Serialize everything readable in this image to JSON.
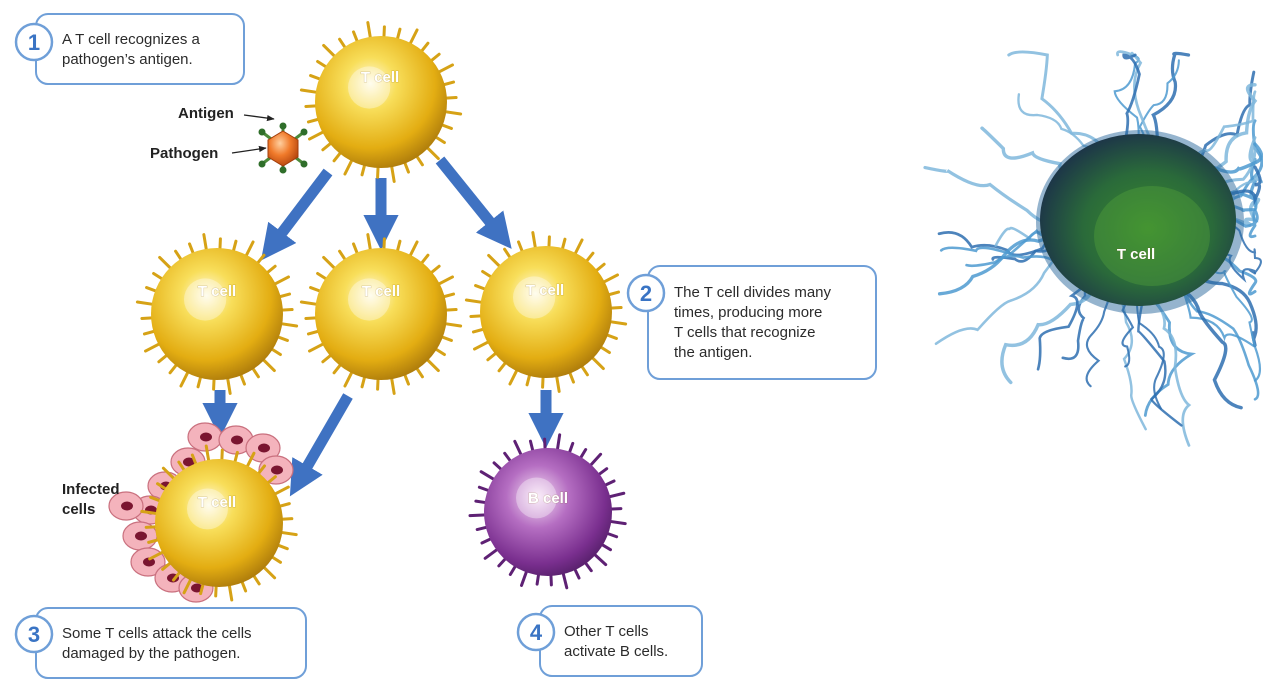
{
  "labels": {
    "t_cell": "T cell",
    "b_cell": "B cell",
    "antigen": "Antigen",
    "pathogen": "Pathogen",
    "infected_cells_line1": "Infected",
    "infected_cells_line2": "cells"
  },
  "steps": [
    {
      "number": "1",
      "lines": [
        "A T cell recognizes a",
        "pathogen’s antigen."
      ]
    },
    {
      "number": "2",
      "lines": [
        "The T cell divides many",
        "times, producing more",
        "T cells that recognize",
        "the antigen."
      ]
    },
    {
      "number": "3",
      "lines": [
        "Some T cells attack the cells",
        "damaged by the pathogen."
      ]
    },
    {
      "number": "4",
      "lines": [
        "Other T cells",
        "activate B cells."
      ]
    }
  ],
  "micrograph": {
    "label": "T cell"
  },
  "colors": {
    "t_cell": "#f2c418",
    "b_cell": "#8a3fa0",
    "arrow": "#3f72c2",
    "step_border": "#6f9fd8",
    "infected_cell": "#f4b3bc",
    "nucleus": "#7a1530"
  }
}
